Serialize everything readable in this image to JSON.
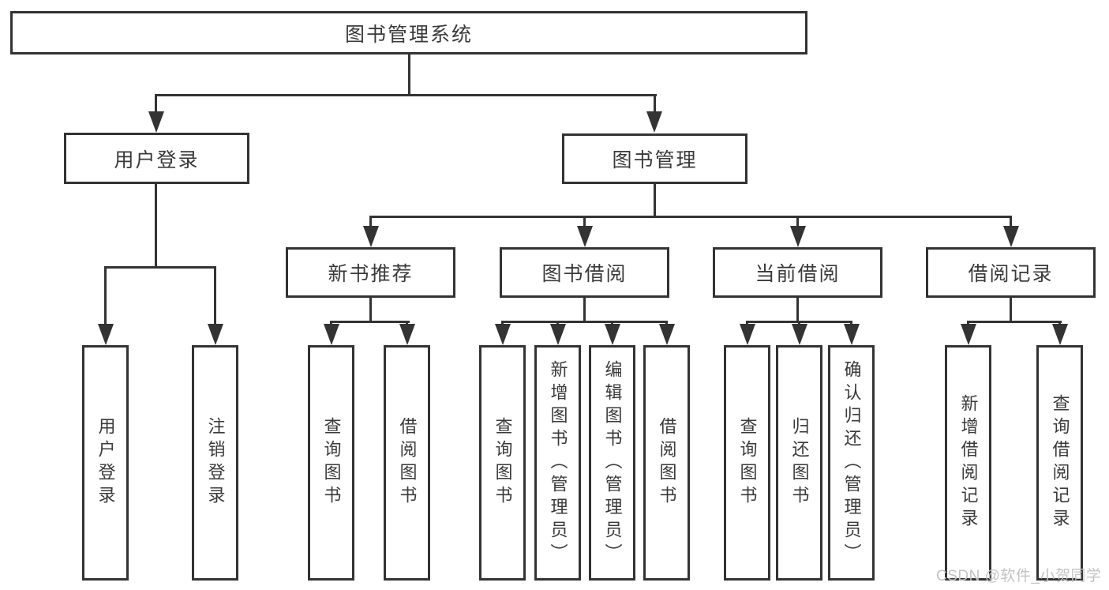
{
  "diagram": {
    "root": {
      "label": "图书管理系统"
    },
    "level2": {
      "user_login": {
        "label": "用户登录"
      },
      "book_management": {
        "label": "图书管理"
      }
    },
    "level3": {
      "new_book_recommend": {
        "label": "新书推荐"
      },
      "book_borrow": {
        "label": "图书借阅"
      },
      "current_borrow": {
        "label": "当前借阅"
      },
      "borrow_record": {
        "label": "借阅记录"
      }
    },
    "leaves": {
      "user_login": [
        {
          "label": "用户登录"
        },
        {
          "label": "注销登录"
        }
      ],
      "new_book_recommend": [
        {
          "label": "查询图书"
        },
        {
          "label": "借阅图书"
        }
      ],
      "book_borrow": [
        {
          "label": "查询图书"
        },
        {
          "label": "新增图书（管理员）"
        },
        {
          "label": "编辑图书（管理员）"
        },
        {
          "label": "借阅图书"
        }
      ],
      "current_borrow": [
        {
          "label": "查询图书"
        },
        {
          "label": "归还图书"
        },
        {
          "label": "确认归还（管理员）"
        }
      ],
      "borrow_record": [
        {
          "label": "新增借阅记录"
        },
        {
          "label": "查询借阅记录"
        }
      ]
    },
    "watermark": {
      "label": "CSDN @软件_小贺同学"
    },
    "colors": {
      "line": "#333333",
      "text": "#3a3a3a",
      "background": "#ffffff",
      "watermark": "#c3c3c3"
    }
  }
}
